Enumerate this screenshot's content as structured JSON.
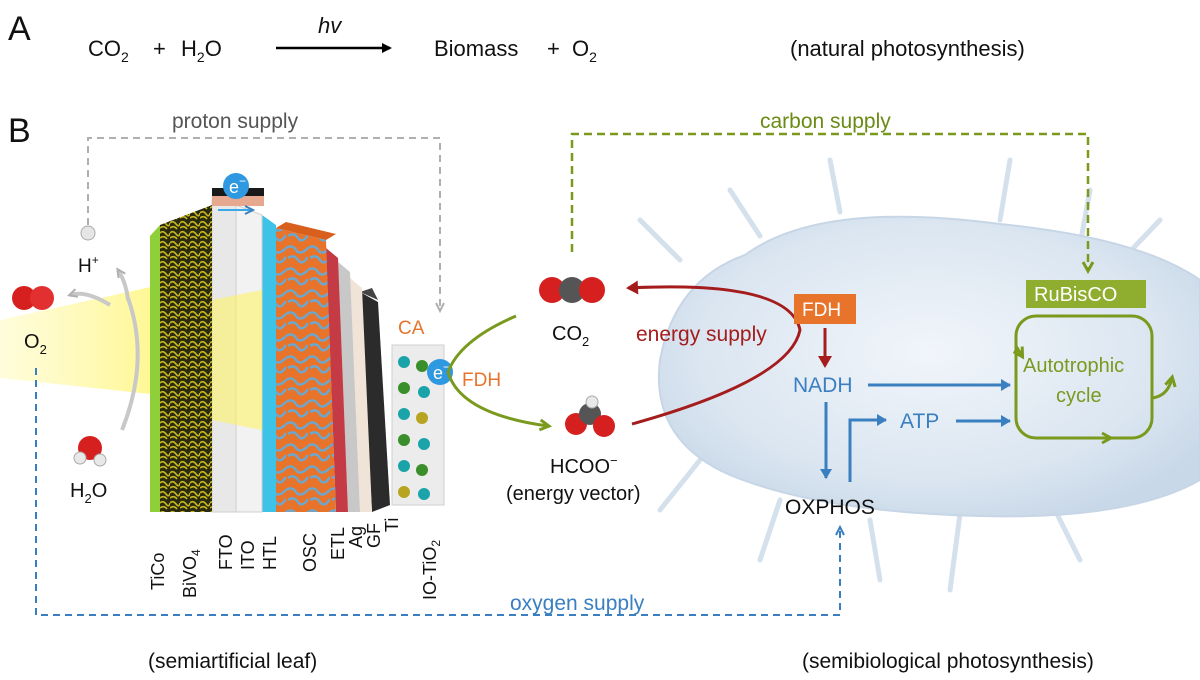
{
  "panel_a": {
    "label": "A",
    "co2": "CO",
    "plus1": "+",
    "h2o": "H",
    "hv": "hv",
    "biomass": "Biomass",
    "plus2": "+",
    "o2": "O",
    "note": "(natural photosynthesis)"
  },
  "panel_b": {
    "label": "B",
    "proton_supply": "proton supply",
    "carbon_supply": "carbon supply",
    "oxygen_supply": "oxygen supply",
    "energy_supply": "energy supply",
    "electron": "e",
    "h_plus": "H",
    "o2": "O",
    "h2o": "H",
    "ca": "CA",
    "fdh_leaf": "FDH",
    "co2": "CO",
    "hcoo": "HCOO",
    "energy_vector": "(energy vector)",
    "fdh_enzyme": "FDH",
    "rubisco": "RuBisCO",
    "nadh": "NADH",
    "atp": "ATP",
    "oxphos": "OXPHOS",
    "cycle_line1": "Autotrophic",
    "cycle_line2": "cycle",
    "semiartificial_leaf": "(semiartificial leaf)",
    "semibiological": "(semibiological photosynthesis)",
    "layers": [
      "TiCo",
      "BiVO",
      "FTO",
      "ITO",
      "HTL",
      "OSC",
      "ETL",
      "Ag",
      "GF",
      "Ti",
      "IO-TiO"
    ]
  },
  "colors": {
    "green": "#7a9a1e",
    "blue": "#3a7fc0",
    "red": "#a51c1c",
    "orange": "#e8742c",
    "grey_dash": "#b0b0b0"
  }
}
